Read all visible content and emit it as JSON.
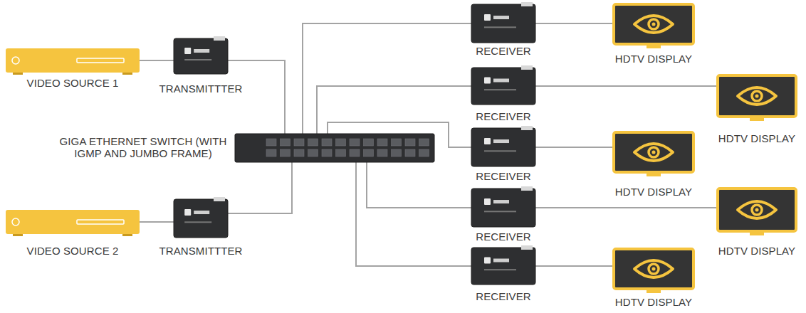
{
  "diagram": {
    "nodes": [
      {
        "text": [
          "VIDEO SOURCE 1"
        ]
      },
      {
        "text": [
          "TRANSMITTTER"
        ]
      },
      {
        "text": [
          "VIDEO SOURCE 2"
        ]
      },
      {
        "text": [
          "TRANSMITTTER"
        ]
      },
      {
        "text": [
          "GIGA ETHERNET SWITCH (WITH IGMP AND JUMBO FRAME)"
        ]
      },
      {
        "text": [
          "RECEIVER"
        ]
      },
      {
        "text": [
          "RECEIVER"
        ]
      },
      {
        "text": [
          "RECEIVER"
        ]
      },
      {
        "text": [
          "RECEIVER"
        ]
      },
      {
        "text": [
          "RECEIVER"
        ]
      },
      {
        "text": [
          "HDTV DISPLAY"
        ]
      },
      {
        "text": [
          "HDTV DISPLAY"
        ]
      },
      {
        "text": [
          "HDTV DISPLAY"
        ]
      },
      {
        "text": [
          "HDTV DISPLAY"
        ]
      },
      {
        "text": [
          "HDTV DISPLAY"
        ]
      }
    ],
    "edges": [
      {
        "from": 0,
        "to": 1,
        "arrow": "none"
      },
      {
        "from": 1,
        "to": 4,
        "arrow": "none"
      },
      {
        "from": 2,
        "to": 3,
        "arrow": "none"
      },
      {
        "from": 3,
        "to": 4,
        "arrow": "none"
      },
      {
        "from": 4,
        "to": 5,
        "arrow": "none"
      },
      {
        "from": 4,
        "to": 6,
        "arrow": "none"
      },
      {
        "from": 4,
        "to": 7,
        "arrow": "none"
      },
      {
        "from": 4,
        "to": 8,
        "arrow": "none"
      },
      {
        "from": 4,
        "to": 9,
        "arrow": "none"
      },
      {
        "from": 5,
        "to": 10,
        "arrow": "none"
      },
      {
        "from": 6,
        "to": 11,
        "arrow": "none"
      },
      {
        "from": 7,
        "to": 12,
        "arrow": "none"
      },
      {
        "from": 8,
        "to": 13,
        "arrow": "none"
      },
      {
        "from": 9,
        "to": 14,
        "arrow": "none"
      }
    ]
  }
}
